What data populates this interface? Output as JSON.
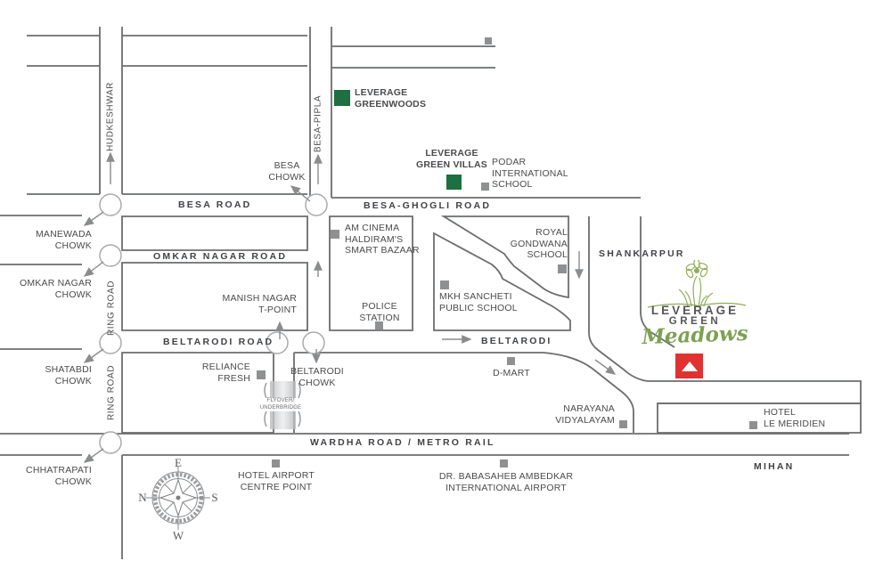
{
  "title": "Leverage Green Meadows location map",
  "colors": {
    "road_gray": "#6c6d6f",
    "text_gray": "#4a4b4d",
    "marker_gray": "#8e9092",
    "project_green": "#1e6f41",
    "brand_olive": "#7da153",
    "brand_red": "#e03231"
  },
  "roads": {
    "besa_road": "BESA ROAD",
    "besa_ghogli": "BESA-GHOGLI ROAD",
    "omkar_nagar": "OMKAR NAGAR ROAD",
    "beltarodi_road": "BELTARODI ROAD",
    "beltarodi": "BELTARODI",
    "wardha": "WARDHA ROAD / METRO RAIL",
    "mihan": "MIHAN",
    "shankarpur": "SHANKARPUR",
    "hudkeshwar": "HUDKESHWAR",
    "besa_pipla": "BESA-PIPLA",
    "ring_road": "RING ROAD"
  },
  "chowks": {
    "manewada": "MANEWADA\nCHOWK",
    "omkar": "OMKAR NAGAR\nCHOWK",
    "shatabdi": "SHATABDI\nCHOWK",
    "chhatrapati": "CHHATRAPATI\nCHOWK",
    "besa": "BESA\nCHOWK",
    "beltarodi": "BELTARODI\nCHOWK",
    "manish": "MANISH NAGAR\nT-POINT"
  },
  "places": {
    "greenwoods": "LEVERAGE\nGREENWOODS",
    "villas": "LEVERAGE\nGREEN VILLAS",
    "podar": "PODAR\nINTERNATIONAL\nSCHOOL",
    "am_cinema": "AM CINEMA\nHALDIRAM'S\nSMART BAZAAR",
    "police": "POLICE\nSTATION",
    "mkh": "MKH SANCHETI\nPUBLIC SCHOOL",
    "royal": "ROYAL\nGONDWANA\nSCHOOL",
    "reliance": "RELIANCE\nFRESH",
    "dmart": "D-MART",
    "narayana": "NARAYANA\nVIDYALAYAM",
    "le_meridien": "HOTEL\nLE MERIDIEN",
    "airport_centre": "HOTEL AIRPORT\nCENTRE POINT",
    "ambedkar": "DR. BABASAHEB AMBEDKAR\nINTERNATIONAL AIRPORT",
    "flyover": "FLYOVER/\nUNDERBRIDGE"
  },
  "logo": {
    "line1": "LEVERAGE",
    "line2": "GREEN",
    "line3": "Meadows"
  },
  "compass": {
    "top": "E",
    "left": "N",
    "right": "S",
    "bottom": "W"
  }
}
